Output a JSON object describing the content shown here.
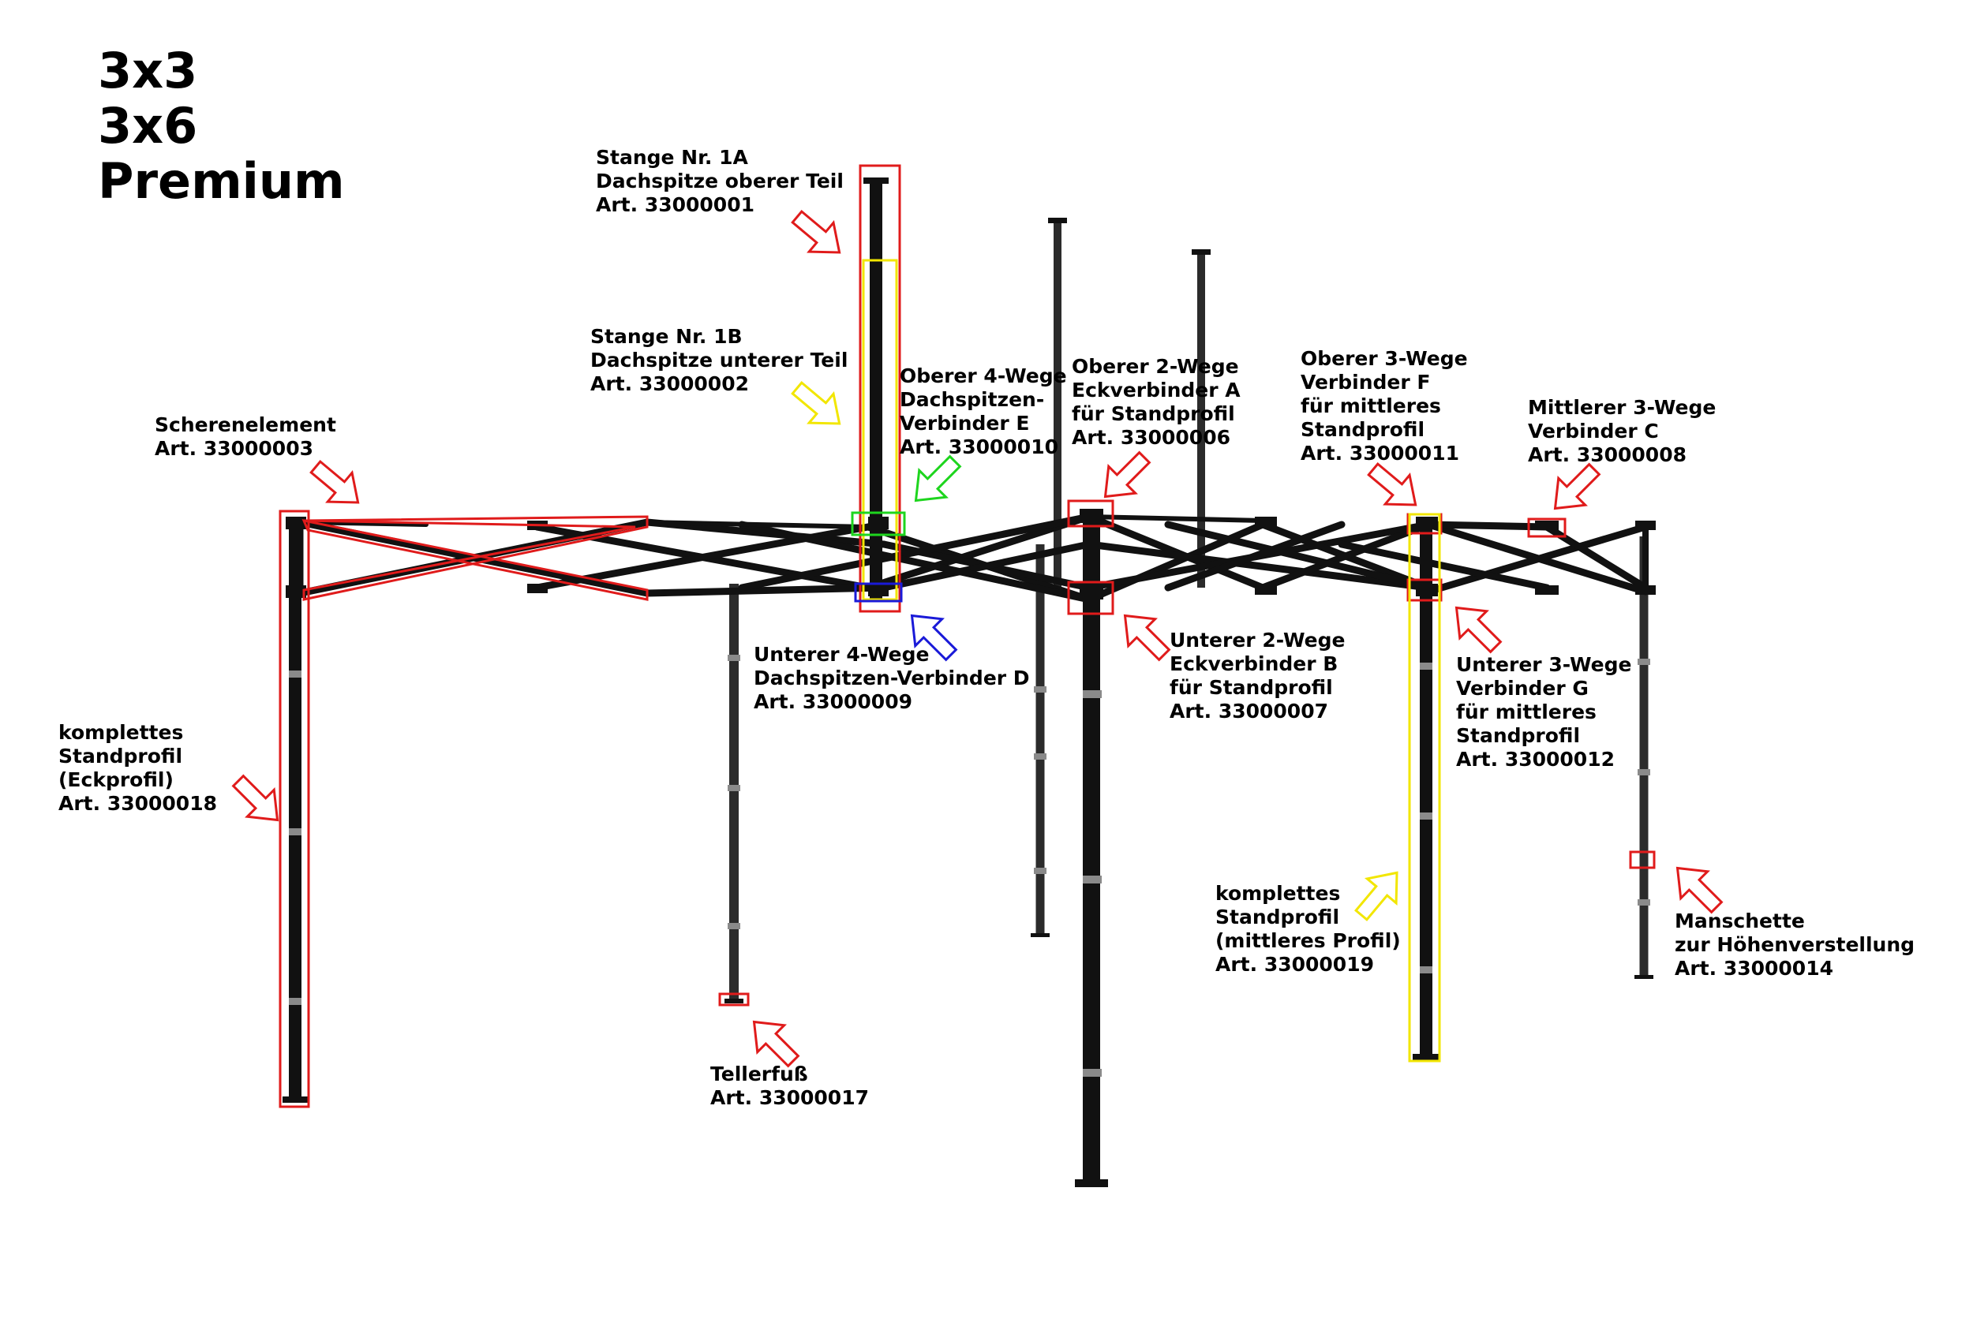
{
  "title": {
    "lines": [
      "3x3",
      "3x6",
      "Premium"
    ]
  },
  "labels": {
    "stange_1a": [
      "Stange Nr. 1A",
      "Dachspitze oberer Teil",
      "Art. 33000001"
    ],
    "stange_1b": [
      "Stange Nr. 1B",
      "Dachspitze unterer Teil",
      "Art. 33000002"
    ],
    "scherenelement": [
      "Scherenelement",
      "Art. 33000003"
    ],
    "oberer_4wege": [
      "Oberer 4-Wege",
      "Dachspitzen-",
      "Verbinder E",
      "Art. 33000010"
    ],
    "oberer_2wege": [
      "Oberer 2-Wege",
      "Eckverbinder A",
      "für Standprofil",
      "Art. 33000006"
    ],
    "oberer_3wege": [
      "Oberer 3-Wege",
      "Verbinder F",
      "für mittleres",
      "Standprofil",
      "Art. 33000011"
    ],
    "mittlerer_3wege": [
      "Mittlerer 3-Wege",
      "Verbinder C",
      "Art. 33000008"
    ],
    "unterer_4wege": [
      "Unterer 4-Wege",
      "Dachspitzen-Verbinder D",
      "Art. 33000009"
    ],
    "unterer_2wege": [
      "Unterer 2-Wege",
      "Eckverbinder B",
      "für Standprofil",
      "Art. 33000007"
    ],
    "unterer_3wege": [
      "Unterer 3-Wege",
      "Verbinder G",
      "für mittleres",
      "Standprofil",
      "Art. 33000012"
    ],
    "standprofil_eck": [
      "komplettes",
      "Standprofil",
      "(Eckprofil)",
      "Art. 33000018"
    ],
    "standprofil_mitte": [
      "komplettes",
      "Standprofil",
      "(mittleres Profil)",
      "Art. 33000019"
    ],
    "manschette": [
      "Manschette",
      "zur Höhenverstellung",
      "Art. 33000014"
    ],
    "tellerfuss": [
      "Tellerfuß",
      "Art. 33000017"
    ]
  },
  "colors": {
    "frame": "#111111",
    "frame_gray": "#2b2b2b",
    "sleeve": "#8a8a8a",
    "red": "#e01b1b",
    "yellow": "#f2e600",
    "green": "#1ed51e",
    "blue": "#1a1ad8"
  }
}
